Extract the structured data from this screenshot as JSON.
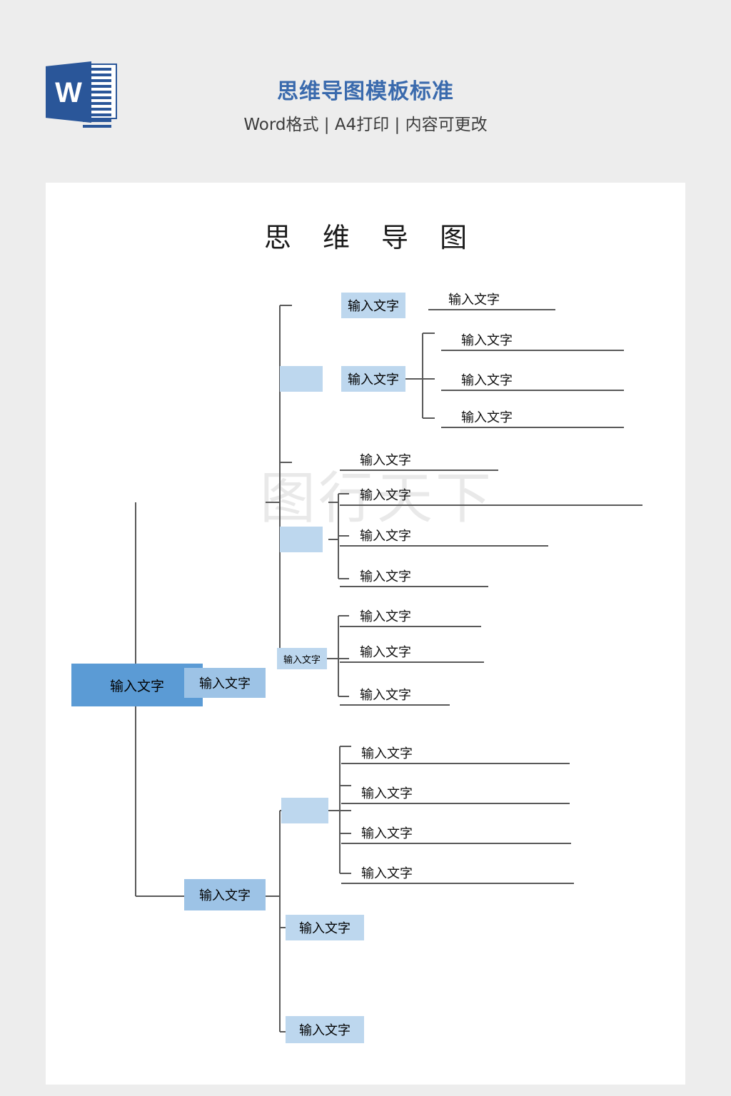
{
  "header": {
    "logo_icon": "word-icon",
    "title": "思维导图模板标准",
    "subtitle": "Word格式 | A4打印 | 内容可更改"
  },
  "page": {
    "title": "思 维 导 图",
    "watermark": "图行天下"
  },
  "diagram": {
    "root": {
      "label": "输入文字"
    },
    "branch1": {
      "label": "输入文字",
      "sub": [
        {
          "label": "输入文字",
          "empty": false
        },
        {
          "label": "输入文字",
          "empty": false
        },
        {
          "label": "",
          "empty": true
        },
        {
          "label": "",
          "empty": true
        },
        {
          "label": "输入文字",
          "empty": false
        }
      ]
    },
    "branch2": {
      "label": "输入文字",
      "sub": [
        {
          "label": "",
          "empty": true
        },
        {
          "label": "输入文字",
          "empty": false
        },
        {
          "label": "输入文字",
          "empty": false
        }
      ]
    },
    "leaves": {
      "g1": [
        "输入文字"
      ],
      "g2": [
        "输入文字",
        "输入文字",
        "输入文字"
      ],
      "g3": [
        "输入文字"
      ],
      "g4": [
        "输入文字",
        "输入文字",
        "输入文字"
      ],
      "g5": [
        "输入文字",
        "输入文字",
        "输入文字"
      ],
      "g6": [
        "输入文字",
        "输入文字",
        "输入文字",
        "输入文字"
      ]
    }
  },
  "colors": {
    "root_fill": "#5b9bd5",
    "level1_fill": "#9dc3e6",
    "level2_fill": "#bdd7ee",
    "line": "#595959",
    "brand": "#3a6aad",
    "page_bg": "#ededed"
  }
}
